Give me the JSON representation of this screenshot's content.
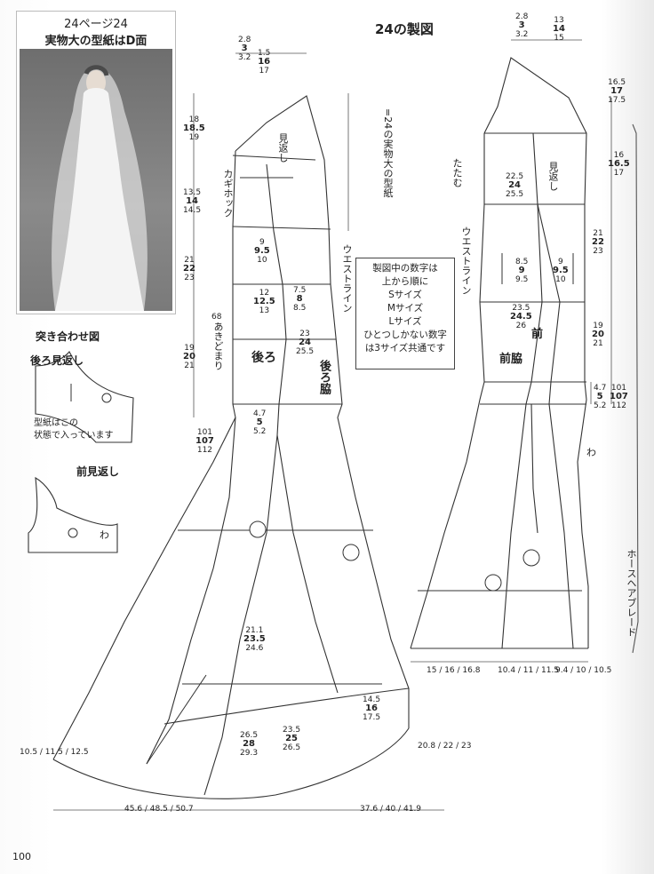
{
  "page": {
    "number": "100",
    "diagram_title": "24の製図"
  },
  "photo": {
    "caption_line1": "24ページ24",
    "caption_line2": "実物大の型紙はD面"
  },
  "legend": {
    "pattern_note": "=24の実物大の型紙",
    "sizes_note_lines": [
      "製図中の数字は",
      "上から順に",
      "Sサイズ",
      "Mサイズ",
      "Lサイズ",
      "ひとつしかない数字",
      "は3サイズ共通です"
    ]
  },
  "inset": {
    "title": "突き合わせ図",
    "back_facing": "後ろ見返し",
    "paper_note_1": "型紙はこの",
    "paper_note_2": "状態で入っています",
    "front_facing": "前見返し",
    "fold_mark": "わ"
  },
  "back_labels": {
    "piece_back": "後ろ",
    "piece_back_side": "後ろ脇",
    "facing": "見返し",
    "hook": "カギホック",
    "waist_line": "ウエストライン",
    "opening": "あきどまり",
    "hem_left": "10.5 / 11.5 / 12.5",
    "hem_width_left": "45.6 / 48.5 / 50.7",
    "hem_width_right": "37.6 / 40 / 41.9",
    "hem_right": "20.8 / 22 / 23"
  },
  "front_labels": {
    "piece_front": "前",
    "piece_front_side": "前脇",
    "facing": "見返し",
    "fold": "たたむ",
    "waist_line": "ウエストライン",
    "horsehair": "ホースヘアブレード",
    "fold_mark": "わ",
    "hem_1": "15 / 16 / 16.8",
    "hem_2": "10.4 / 11 / 11.5",
    "hem_3": "9.4 / 10 / 10.5",
    "length_total": "101 / 107 / 112"
  },
  "measurements": {
    "back_top": [
      "1.5",
      "16",
      "17"
    ],
    "back_top_small": [
      "2.8",
      "3",
      "3.2"
    ],
    "front_top_small": [
      "2.8",
      "3",
      "3.2"
    ],
    "front_top": [
      "13",
      "14",
      "15"
    ],
    "back_len_1": [
      "18",
      "18.5",
      "19"
    ],
    "back_len_2": [
      "13.5",
      "14",
      "14.5"
    ],
    "back_len_3": [
      "21",
      "22",
      "23"
    ],
    "back_len_4": [
      "19",
      "20",
      "21"
    ],
    "back_total": [
      "101",
      "107",
      "112"
    ],
    "front_len_1": [
      "16.5",
      "17",
      "17.5"
    ],
    "front_len_2": [
      "16",
      "16.5",
      "17"
    ],
    "front_len_3": [
      "21",
      "22",
      "23"
    ],
    "front_len_4": [
      "19",
      "20",
      "21"
    ],
    "waist_back": [
      "9",
      "9.5",
      "10"
    ],
    "waist_back2": [
      "12",
      "12.5",
      "13"
    ],
    "waist_side": [
      "7.5",
      "8",
      "8.5"
    ],
    "hip_back": [
      "23",
      "24",
      "25.5"
    ],
    "front_chest": [
      "22.5",
      "24",
      "25.5"
    ],
    "front_waist": [
      "8.5",
      "9",
      "9.5"
    ],
    "front_waist2": [
      "9",
      "9.5",
      "10"
    ],
    "front_hip": [
      "23.5",
      "24.5",
      "26"
    ],
    "skirt_mid": [
      "21.1",
      "23.5",
      "24.6"
    ],
    "skirt_low": [
      "26.5",
      "28",
      "29.3"
    ],
    "skirt_low2": [
      "23.5",
      "25",
      "26.5"
    ],
    "skirt_right": [
      "14.5",
      "16",
      "17.5"
    ],
    "hip_drop": [
      "4.7",
      "5",
      "5.2"
    ],
    "opening_len": [
      "68"
    ]
  }
}
